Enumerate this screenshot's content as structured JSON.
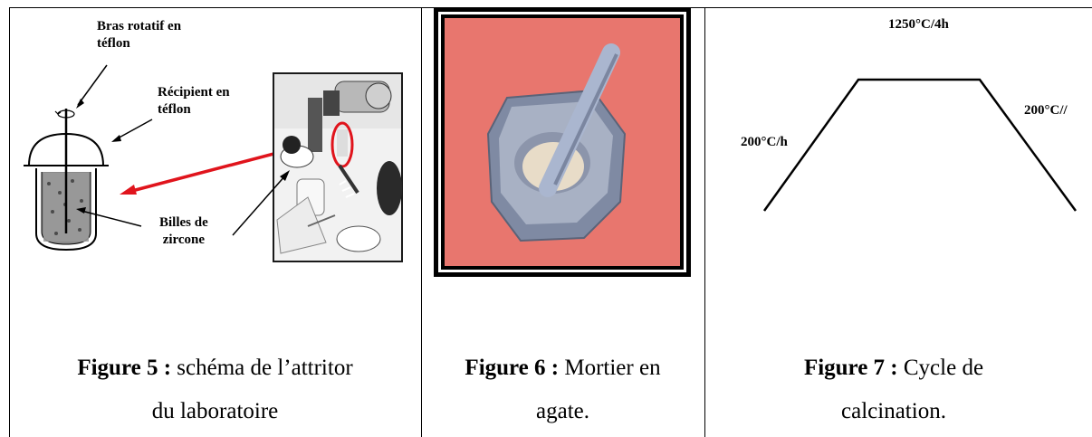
{
  "figure5": {
    "labels": {
      "bras": "Bras rotatif en\ntéflon",
      "recipient": "Récipient en\ntéflon",
      "billes": "Billes de\nzircone"
    },
    "caption_bold": "Figure 5 :",
    "caption_line1": " schéma de l’attritor",
    "caption_line2": "du laboratoire"
  },
  "figure6": {
    "caption_bold": "Figure 6 :",
    "caption_line1": " Mortier en",
    "caption_line2": "agate."
  },
  "figure7": {
    "plateau_label": "1250°C/4h",
    "ramp_up_label": "200°C/h",
    "ramp_down_label": "200°C//",
    "caption_bold": "Figure 7 :",
    "caption_line1": " Cycle de",
    "caption_line2": "calcination."
  },
  "colors": {
    "arrow_red": "#e0141c",
    "mortar_background": "#e8766e",
    "frame_black": "#000000"
  }
}
